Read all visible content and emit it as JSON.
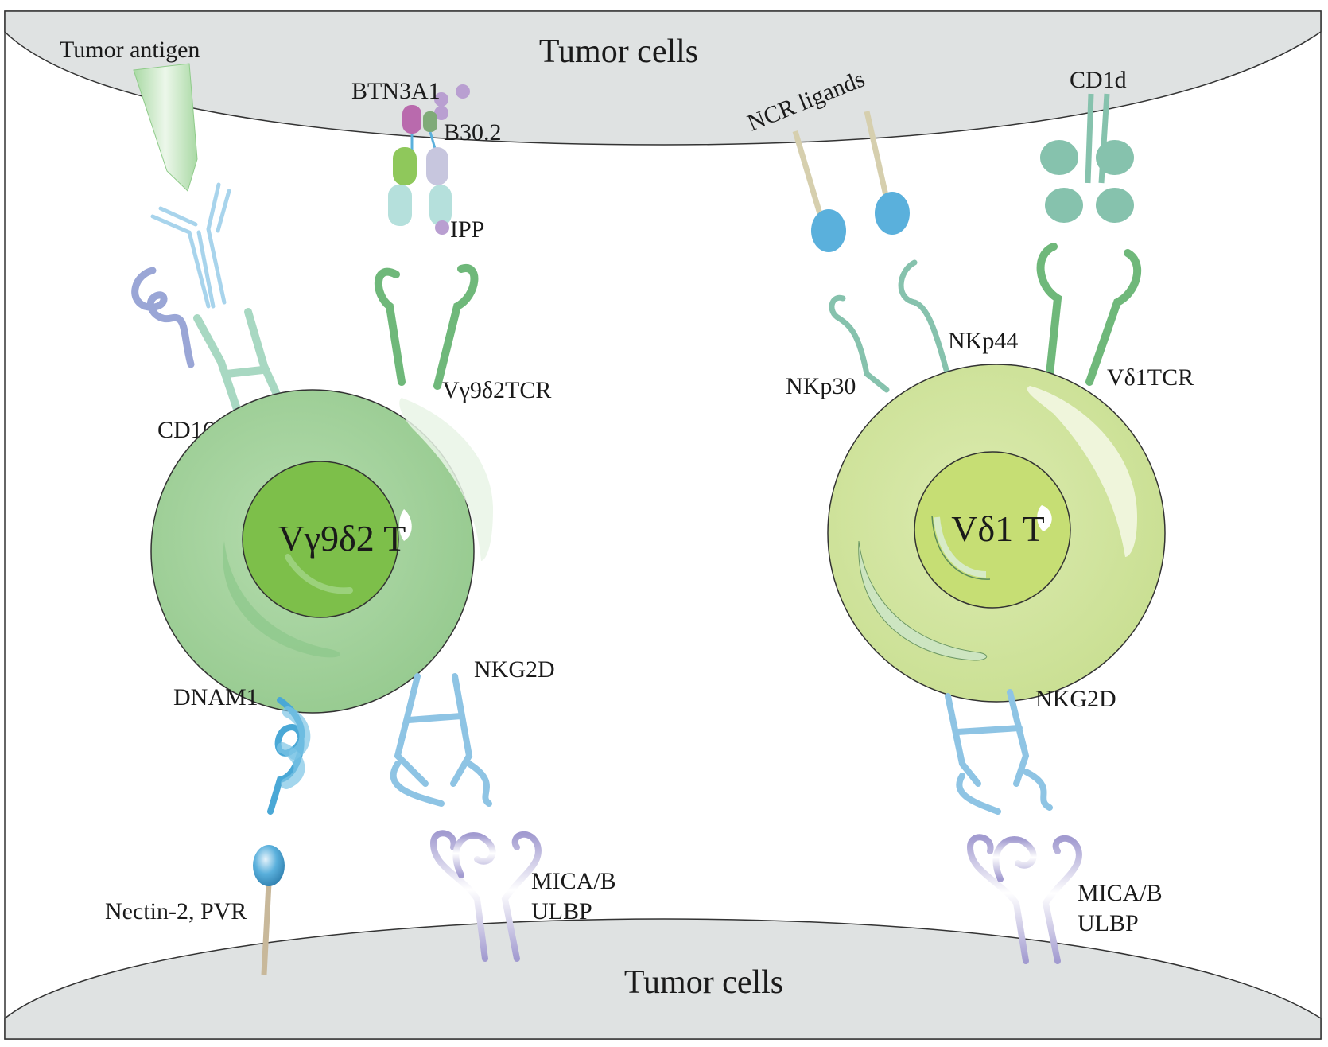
{
  "top_membrane": {
    "label": "Tumor cells"
  },
  "bottom_membrane": {
    "label": "Tumor cells"
  },
  "left_cell": {
    "nucleus_label": "Vγ9δ2 T",
    "receptors": {
      "tumor_antigen": "Tumor antigen",
      "btn3a1": "BTN3A1",
      "b30_2": "B30.2",
      "ipp": "IPP",
      "tcr": "Vγ9δ2TCR",
      "cd16": "CD16",
      "nkg2d": "NKG2D",
      "dnam1": "DNAM1",
      "nectin": "Nectin-2, PVR",
      "mica_line1": "MICA/B",
      "mica_line2": "ULBP"
    }
  },
  "right_cell": {
    "nucleus_label": "Vδ1 T",
    "receptors": {
      "ncr_ligands": "NCR ligands",
      "cd1d": "CD1d",
      "nkp44": "NKp44",
      "nkp30": "NKp30",
      "tcr": "Vδ1TCR",
      "nkg2d": "NKG2D",
      "mica_line1": "MICA/B",
      "mica_line2": "ULBP"
    }
  },
  "colors": {
    "membrane": "#dfe2e2",
    "left_cell": "#a6d4a0",
    "left_nucleus": "#7dbf4a",
    "right_cell": "#d4e6a0",
    "right_nucleus": "#c6de74",
    "antibody": "#a8d4ec",
    "nkg2d": "#8ec4e4",
    "mica": "#b3acd8",
    "tcr_green": "#6fb87a",
    "cd1d": "#86c2ad"
  }
}
